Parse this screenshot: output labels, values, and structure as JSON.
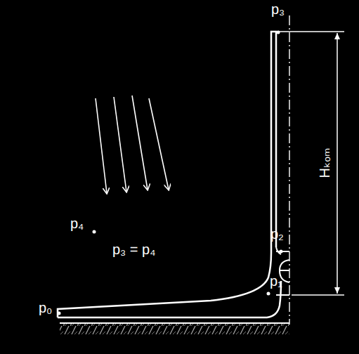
{
  "diagram": {
    "labels": [
      "p₃",
      "p₄",
      "p₃ = p₄",
      "p₂",
      "p₁",
      "p₀",
      "Hₖₒₘ"
    ]
  }
}
